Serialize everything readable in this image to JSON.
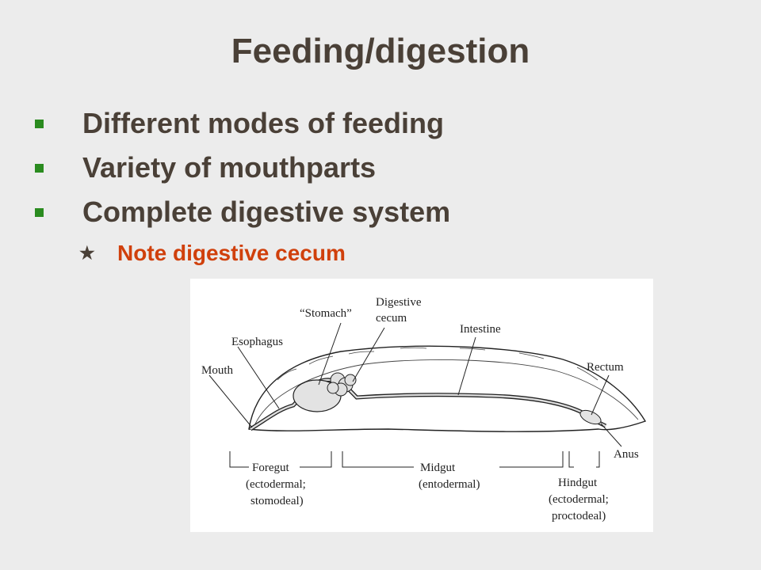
{
  "slide": {
    "title": "Feeding/digestion",
    "bullets": [
      "Different modes of feeding",
      "Variety of mouthparts",
      "Complete digestive system"
    ],
    "sub_bullet": "Note digestive cecum",
    "accent_color": "#d0400c",
    "bullet_color": "#2a8b1f"
  },
  "diagram": {
    "labels": {
      "mouth": "Mouth",
      "esophagus": "Esophagus",
      "stomach": "“Stomach”",
      "digestive_cecum_1": "Digestive",
      "digestive_cecum_2": "cecum",
      "intestine": "Intestine",
      "rectum": "Rectum",
      "anus": "Anus"
    },
    "regions": {
      "foregut": [
        "Foregut",
        "(ectodermal;",
        "stomodeal)"
      ],
      "midgut": [
        "Midgut",
        "(entodermal)"
      ],
      "hindgut": [
        "Hindgut",
        "(ectodermal;",
        "proctodeal)"
      ]
    }
  }
}
